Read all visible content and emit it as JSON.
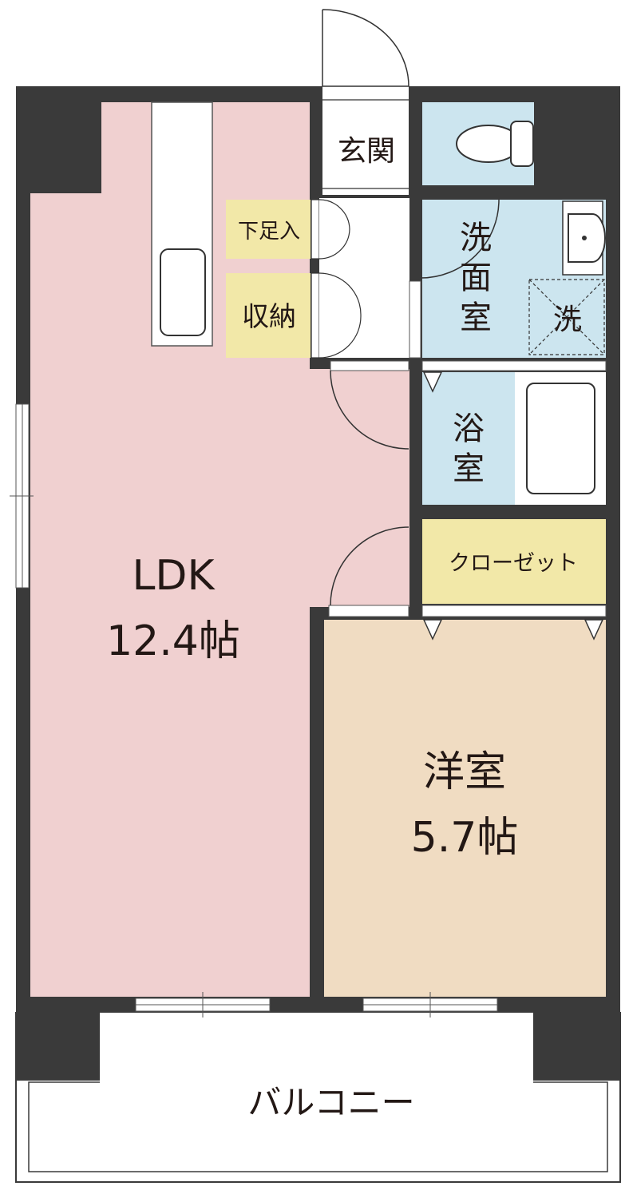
{
  "colors": {
    "wall": "#3a3a3a",
    "ldk": "#f0d0d0",
    "western": "#f0dcc2",
    "storage": "#f2e8a8",
    "wet": "#cce5ef",
    "line": "#555555",
    "white": "#ffffff"
  },
  "rooms": {
    "ldk": {
      "name": "LDK",
      "size": "12.4帖"
    },
    "western": {
      "name": "洋室",
      "size": "5.7帖"
    },
    "entrance": "玄関",
    "shoe_box": "下足入",
    "storage": "収納",
    "washroom": {
      "c1": "洗",
      "c2": "面",
      "c3": "室"
    },
    "washer": "洗",
    "bath": {
      "c1": "浴",
      "c2": "室"
    },
    "closet": "クローゼット",
    "balcony": "バルコニー"
  },
  "icons": [
    "toilet-icon",
    "sink-icon",
    "bathtub-icon",
    "kitchen-sink-icon",
    "door-swing-icon"
  ]
}
